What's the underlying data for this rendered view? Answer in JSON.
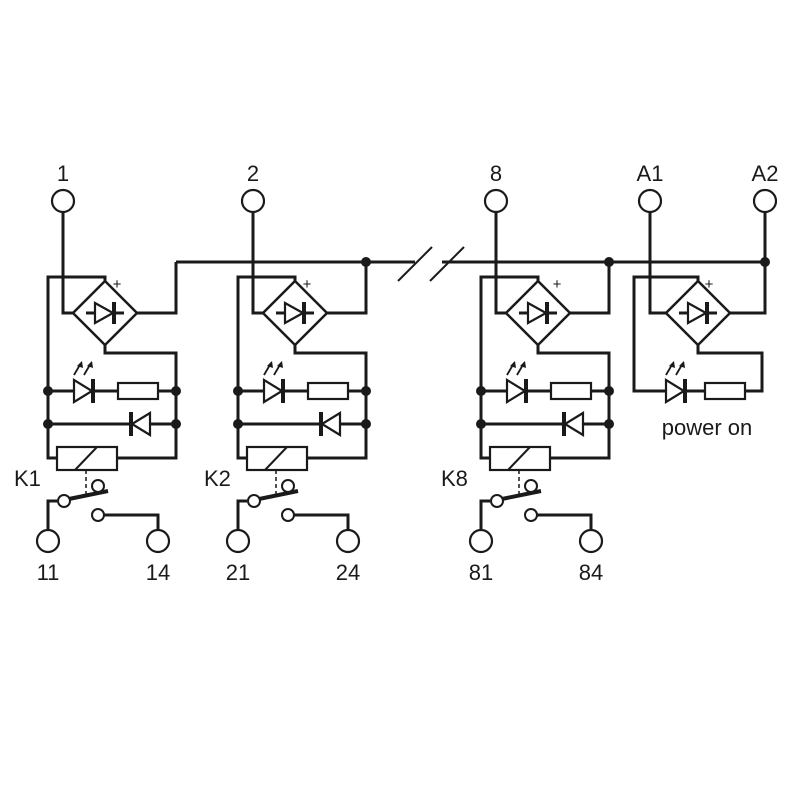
{
  "title": "8-channel relay module connection diagram",
  "colors": {
    "line": "#1a1a1a",
    "background": "#ffffff"
  },
  "channels": [
    {
      "input_terminal": "1",
      "relay": "K1",
      "contact_common": "11",
      "contact_no": "14"
    },
    {
      "input_terminal": "2",
      "relay": "K2",
      "contact_common": "21",
      "contact_no": "24"
    },
    {
      "input_terminal": "8",
      "relay": "K8",
      "contact_common": "81",
      "contact_no": "84"
    }
  ],
  "supply": {
    "terminal_a1": "A1",
    "terminal_a2": "A2",
    "indicator_label": "power on"
  },
  "bridge_polarity_mark": "+",
  "symbols": [
    "terminal-circle",
    "bridge-rectifier",
    "led",
    "resistor",
    "freewheel-diode",
    "relay-coil",
    "no-contact",
    "bus-break"
  ]
}
